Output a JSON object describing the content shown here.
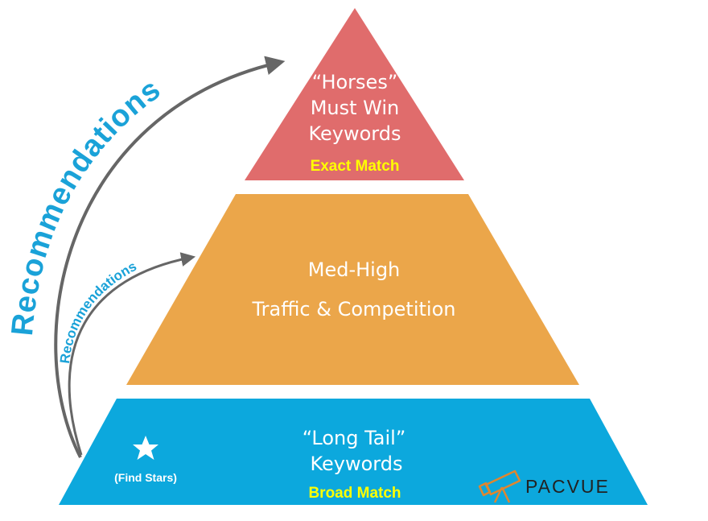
{
  "colors": {
    "top_tier": "#e06c6c",
    "middle_tier": "#eba64a",
    "bottom_tier": "#0ca8dd",
    "match_label": "#ffff00",
    "recommendation_text": "#1aa2d8",
    "arrow": "#666666",
    "logo_icon": "#e0862e",
    "logo_text": "#222222"
  },
  "pyramid": {
    "top": {
      "line1": "“Horses”",
      "line2": "Must Win",
      "line3": "Keywords",
      "match": "Exact Match"
    },
    "middle": {
      "line1": "Med-High",
      "line2": "Traffic & Competition"
    },
    "bottom": {
      "line1": "“Long Tail”",
      "line2": "Keywords",
      "match": "Broad Match",
      "star_icon": "star-icon",
      "star_label": "(Find Stars)"
    }
  },
  "recommendations": {
    "large": "Recommendations",
    "small": "Recommendations"
  },
  "logo": {
    "icon": "telescope-icon",
    "text": "PACVUE"
  }
}
